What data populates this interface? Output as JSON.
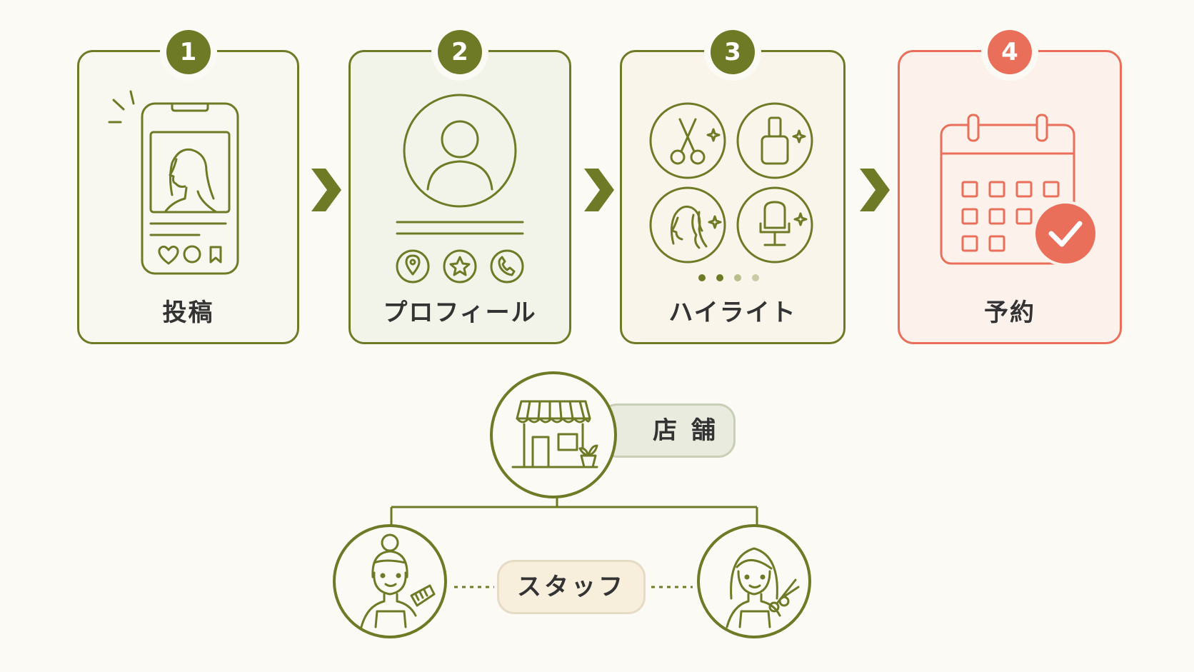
{
  "steps": [
    {
      "number": "1",
      "label": "投稿"
    },
    {
      "number": "2",
      "label": "プロフィール"
    },
    {
      "number": "3",
      "label": "ハイライト"
    },
    {
      "number": "4",
      "label": "予約"
    }
  ],
  "org": {
    "store_label": "店 舗",
    "staff_label": "スタッフ"
  },
  "colors": {
    "olive": "#6f7a26",
    "coral": "#ea6f5a",
    "background": "#fbfaf5"
  }
}
